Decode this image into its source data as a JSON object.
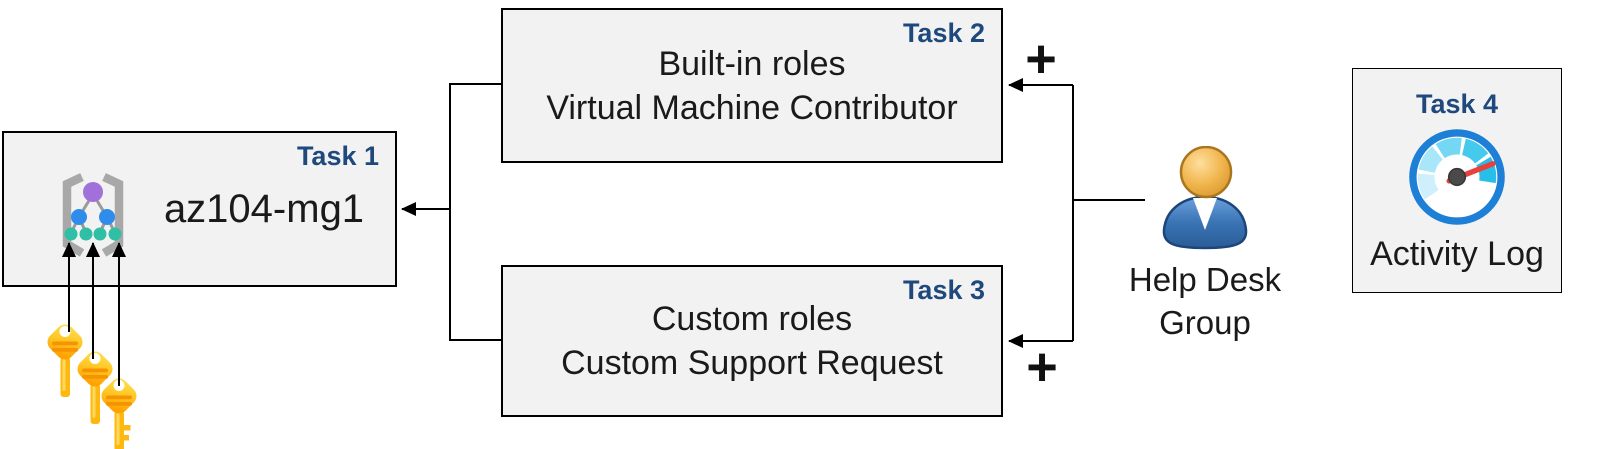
{
  "diagram": {
    "task1": {
      "label": "Task 1",
      "name": "az104-mg1"
    },
    "task2": {
      "label": "Task 2",
      "line1": "Built-in roles",
      "line2": "Virtual Machine Contributor"
    },
    "task3": {
      "label": "Task 3",
      "line1": "Custom roles",
      "line2": "Custom Support Request"
    },
    "task4": {
      "label": "Task 4",
      "caption": "Activity Log"
    },
    "help_desk_group": {
      "line1": "Help Desk",
      "line2": "Group"
    },
    "plus_symbol": "+",
    "colors": {
      "task_label_blue": "#1f497d",
      "box_fill": "#f2f2f2",
      "box_border": "#000000",
      "body_text": "#1a1a1a",
      "connector_black": "#000000",
      "key_yellow": "#ffc928",
      "key_orange_bars": "#f59300",
      "management_group_purple": "#a171db",
      "management_group_blue": "#2f8ceb",
      "management_group_teal": "#2fbfa5",
      "management_group_gray": "#a8a8a8",
      "person_body_blue": "#3a74b4",
      "person_head_gold": "#eaa93d",
      "gauge_ring_blue": "#1d7fd6",
      "gauge_needle_red": "#e8403a",
      "gauge_hub_gray": "#4a4a4a"
    }
  }
}
